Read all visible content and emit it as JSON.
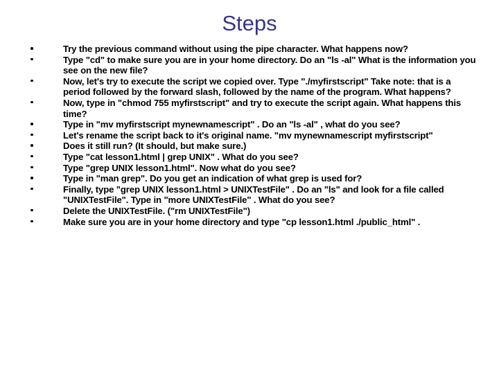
{
  "slide": {
    "title": "Steps",
    "title_color": "#333399",
    "body_color": "#000000",
    "background_color": "#ffffff",
    "bullet_glyph": "bullet-dot",
    "steps": [
      {
        "text": "Try the previous command without using the pipe character. What happens now?"
      },
      {
        "text": "Type \"cd\" to make sure you are in your home directory. Do an \"ls -al\" What is the information you see on the new file?"
      },
      {
        "text": "Now, let's try to execute the script we copied over. Type \"./myfirstscript\" Take note: that is a period followed by the forward slash, followed by the name of the program. What happens?"
      },
      {
        "text": "Now, type in \"chmod 755 myfirstscript\" and try to execute the script again. What happens this time?"
      },
      {
        "text": "Type in \"mv myfirstscript mynewnamescript\" . Do an \"ls -al\" , what do you see?"
      },
      {
        "text": "Let's rename the script back to it's original name. \"mv mynewnamescript myfirstscript\""
      },
      {
        "text": "Does it still run? (It should, but make sure.)"
      },
      {
        "text": "Type \"cat lesson1.html | grep UNIX\" . What do you see?"
      },
      {
        "text": "Type \"grep UNIX lesson1.html\". Now what do you see?"
      },
      {
        "text": "Type in \"man grep\". Do you get an indication of what grep is used for?"
      },
      {
        "text": "Finally, type \"grep UNIX lesson1.html > UNIXTestFile\" . Do an \"ls\" and look for a file called \"UNIXTestFile\". Type in \"more UNIXTestFile\" . What do you see?"
      },
      {
        "text": "Delete the UNIXTestFile. (\"rm UNIXTestFile\")"
      },
      {
        "text": "Make sure you are in your home directory and type \"cp lesson1.html ./public_html\" ."
      }
    ]
  }
}
